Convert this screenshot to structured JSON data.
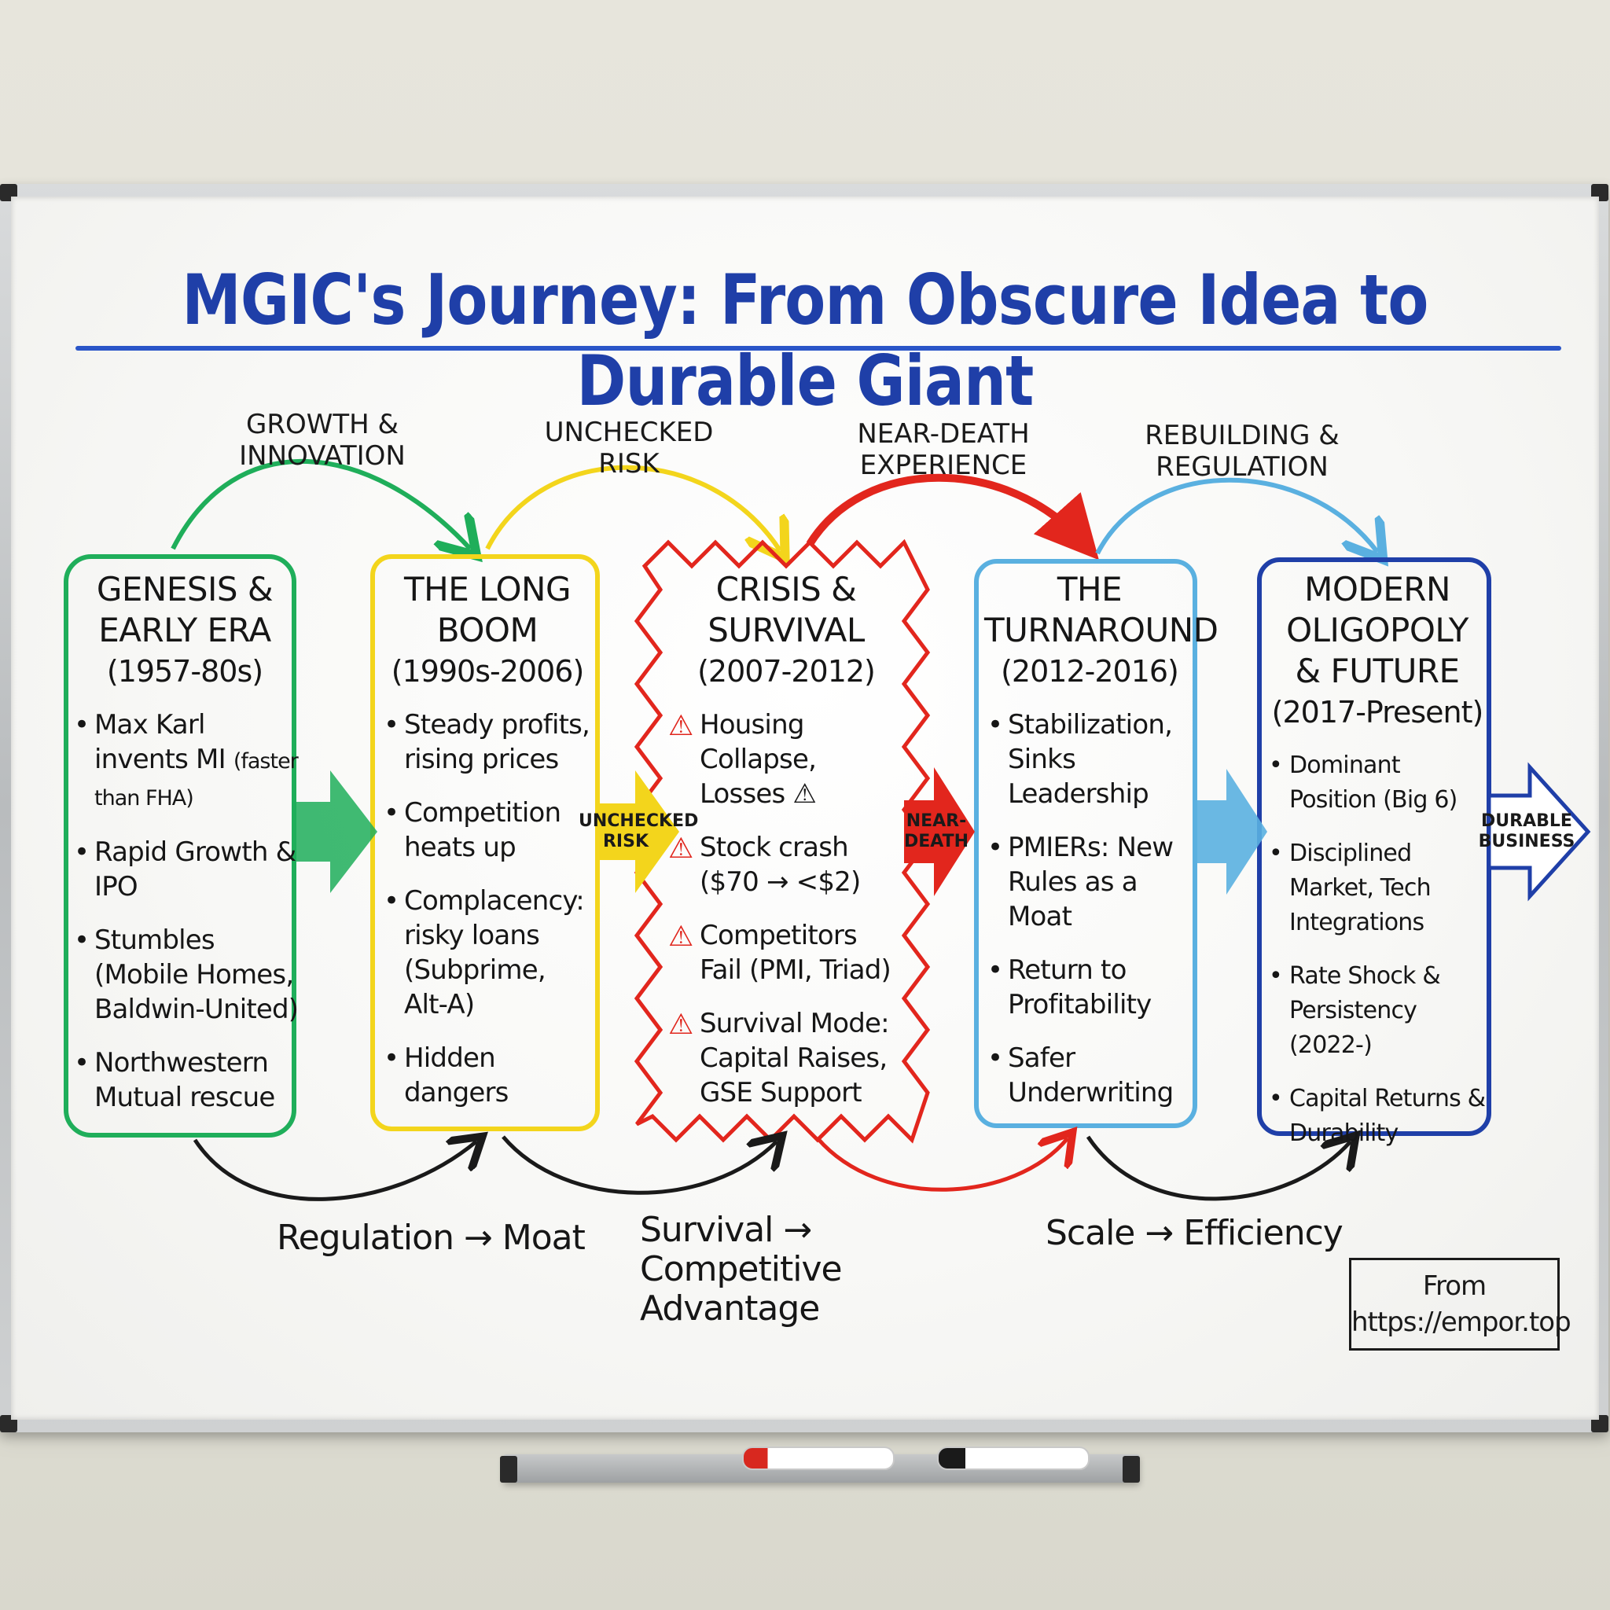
{
  "title": "MGIC's Journey: From Obscure Idea to Durable Giant",
  "transitions_top": [
    {
      "label": "GROWTH & INNOVATION",
      "color": "#1fae5a"
    },
    {
      "label": "UNCHECKED RISK",
      "color": "#f3d51c"
    },
    {
      "label": "NEAR-DEATH EXPERIENCE",
      "color": "#e2261d"
    },
    {
      "label": "REBUILDING & REGULATION",
      "color": "#5ab0e0"
    }
  ],
  "connectors": [
    {
      "label": "",
      "color": "#1fae5a"
    },
    {
      "label": "UNCHECKED RISK",
      "color": "#f3d51c"
    },
    {
      "label": "NEAR-DEATH",
      "color": "#e2261d"
    },
    {
      "label": "",
      "color": "#5ab0e0"
    },
    {
      "label": "DURABLE BUSINESS",
      "color": "#1f3fa8"
    }
  ],
  "stages": [
    {
      "title_line1": "GENESIS &",
      "title_line2": "EARLY ERA",
      "period": "(1957-80s)",
      "color": "#1fae5a",
      "items": [
        {
          "text": "Max Karl invents MI",
          "note": "(faster than FHA)"
        },
        {
          "text": "Rapid Growth & IPO"
        },
        {
          "text": "Stumbles (Mobile Homes, Baldwin-United)"
        },
        {
          "text": "Northwestern Mutual rescue"
        }
      ]
    },
    {
      "title_line1": "THE LONG",
      "title_line2": "BOOM",
      "period": "(1990s-2006)",
      "color": "#f3d51c",
      "items": [
        {
          "text": "Steady profits, rising prices"
        },
        {
          "text": "Competition heats up"
        },
        {
          "text": "Complacency: risky loans (Subprime, Alt-A)"
        },
        {
          "text": "Hidden dangers"
        }
      ]
    },
    {
      "title_line1": "CRISIS &",
      "title_line2": "SURVIVAL",
      "period": "(2007-2012)",
      "color": "#e2261d",
      "items": [
        {
          "text": "Housing Collapse, Losses ⚠"
        },
        {
          "text": "Stock crash ($70 → <$2)"
        },
        {
          "text": "Competitors Fail (PMI, Triad)"
        },
        {
          "text": "Survival Mode: Capital Raises, GSE Support"
        }
      ]
    },
    {
      "title_line1": "THE",
      "title_line2": "TURNAROUND",
      "period": "(2012-2016)",
      "color": "#5ab0e0",
      "items": [
        {
          "text": "Stabilization, Sinks Leadership"
        },
        {
          "text": "PMIERs: New Rules as a Moat"
        },
        {
          "text": "Return to Profitability"
        },
        {
          "text": "Safer Underwriting"
        }
      ]
    },
    {
      "title_line1": "MODERN",
      "title_line2": "OLIGOPOLY",
      "title_line3": "& FUTURE",
      "period": "(2017-Present)",
      "color": "#1f3fa8",
      "items": [
        {
          "text": "Dominant Position (Big 6)"
        },
        {
          "text": "Disciplined Market, Tech Integrations"
        },
        {
          "text": "Rate Shock & Persistency (2022-)"
        },
        {
          "text": "Capital Returns & Durability"
        }
      ]
    }
  ],
  "bottom_labels": [
    {
      "text": "Regulation → Moat"
    },
    {
      "text": "Survival → Competitive Advantage"
    },
    {
      "text": "Scale → Efficiency"
    }
  ],
  "credit": {
    "line1": "From",
    "line2": "https://empor.top"
  }
}
